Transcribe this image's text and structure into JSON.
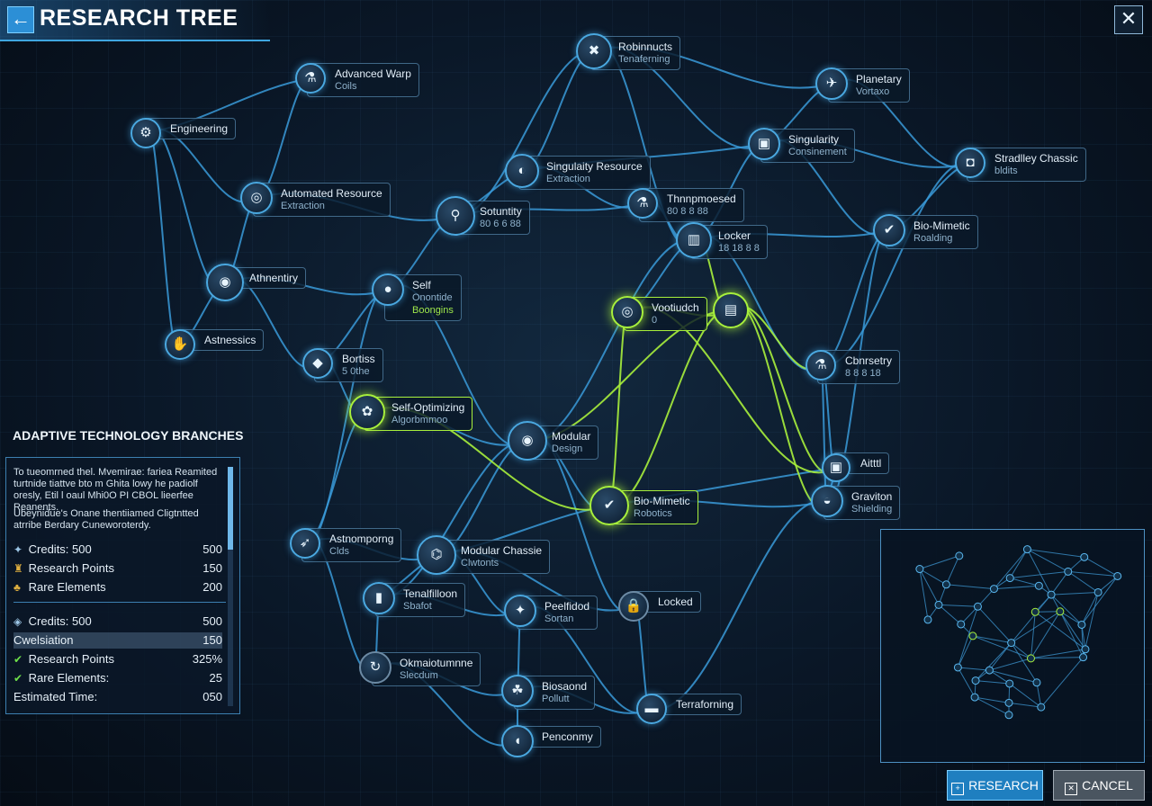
{
  "header": {
    "back_icon": "arrow-left-icon",
    "title": "RESEARCH TREE",
    "close_glyph": "✕"
  },
  "colors": {
    "accent_blue": "#3fa6e0",
    "active_green": "#a8f03c",
    "panel_border": "#3c7fb0"
  },
  "nodes": [
    {
      "id": "robot-terraforming",
      "name": "Robinnucts",
      "sub": "Tenaferning",
      "icon": "tools-icon",
      "glyph": "✖",
      "state": "normal"
    },
    {
      "id": "advanced-warp-coils",
      "name": "Advanced Warp",
      "sub": "Coils",
      "icon": "flask-icon",
      "glyph": "⚗",
      "state": "normal"
    },
    {
      "id": "planetary-vortex",
      "name": "Planetary",
      "sub": "Vortaxo",
      "icon": "bird-icon",
      "glyph": "✈",
      "state": "normal"
    },
    {
      "id": "engineering",
      "name": "Engineering",
      "sub": "",
      "icon": "gear-icon",
      "glyph": "⚙",
      "state": "normal"
    },
    {
      "id": "singularity-containment",
      "name": "Singularity",
      "sub": "Consinement",
      "icon": "device-icon",
      "glyph": "▣",
      "state": "normal"
    },
    {
      "id": "singularity-resource-extraction",
      "name": "Singulaity Resource",
      "sub": "Extraction",
      "icon": "planet-icon",
      "glyph": "◐",
      "state": "normal"
    },
    {
      "id": "stealth-chassis",
      "name": "Stradlley Chassic",
      "sub": "bldits",
      "icon": "shield-icon",
      "glyph": "◘",
      "state": "normal"
    },
    {
      "id": "automated-resource-extraction",
      "name": "Automated Resource",
      "sub": "Extraction",
      "icon": "drone-icon",
      "glyph": "◎",
      "state": "normal"
    },
    {
      "id": "security",
      "name": "Sotuntity",
      "sub": "80 6 6 88",
      "icon": "search-icon",
      "glyph": "⚲",
      "state": "normal"
    },
    {
      "id": "thermophased",
      "name": "Thnnpmoesed",
      "sub": "80 8 8 88",
      "icon": "flask-icon",
      "glyph": "⚗",
      "state": "normal"
    },
    {
      "id": "locker",
      "name": "Locker",
      "sub": "18 18 8 8",
      "icon": "locker-icon",
      "glyph": "▥",
      "state": "normal"
    },
    {
      "id": "bio-mimetic-roading",
      "name": "Bio-Mimetic",
      "sub": "Roalding",
      "icon": "check-icon",
      "glyph": "✔",
      "state": "normal"
    },
    {
      "id": "alchemistry",
      "name": "Athnentiry",
      "sub": "",
      "icon": "capsule-icon",
      "glyph": "◉",
      "state": "normal"
    },
    {
      "id": "self-optimizing-core",
      "name": "Self",
      "sub": "Onontide",
      "sub2": "Boongins",
      "icon": "bomb-icon",
      "glyph": "●",
      "state": "normal"
    },
    {
      "id": "vocalutch",
      "name": "Vootiudch",
      "sub": "0",
      "icon": "goggles-icon",
      "glyph": "◎",
      "state": "active"
    },
    {
      "id": "vocalutch-robot",
      "name": "",
      "sub": "",
      "icon": "robot-icon",
      "glyph": "▤",
      "state": "active"
    },
    {
      "id": "astrophysics",
      "name": "Astnessics",
      "sub": "",
      "icon": "hand-icon",
      "glyph": "✋",
      "state": "normal"
    },
    {
      "id": "botanics",
      "name": "Bortiss",
      "sub": "5 0the",
      "icon": "crystal-icon",
      "glyph": "◆",
      "state": "normal"
    },
    {
      "id": "chemistry",
      "name": "Cbnrsetry",
      "sub": "8 8 8 18",
      "icon": "beaker-icon",
      "glyph": "⚗",
      "state": "normal"
    },
    {
      "id": "self-optimizing-algorithms",
      "name": "Self-Optimizing",
      "sub": "Algorbmmoo",
      "icon": "leaf-icon",
      "glyph": "✿",
      "state": "active"
    },
    {
      "id": "modular-design",
      "name": "Modular",
      "sub": "Design",
      "icon": "orb-icon",
      "glyph": "◉",
      "state": "normal"
    },
    {
      "id": "alien",
      "name": "Aitttl",
      "sub": "",
      "icon": "badge-icon",
      "glyph": "▣",
      "state": "normal"
    },
    {
      "id": "graviton-shielding",
      "name": "Graviton",
      "sub": "Shielding",
      "icon": "shield-icon",
      "glyph": "◒",
      "state": "normal"
    },
    {
      "id": "bio-mimetic-robotics",
      "name": "Bio-Mimetic",
      "sub": "Robotics",
      "icon": "check-icon",
      "glyph": "✔",
      "state": "active"
    },
    {
      "id": "astronomy-cells",
      "name": "Astnomporng",
      "sub": "Clds",
      "icon": "rocket-icon",
      "glyph": "➶",
      "state": "normal"
    },
    {
      "id": "modular-chassis-circuits",
      "name": "Modular Chassie",
      "sub": "Clwtonts",
      "icon": "chip-icon",
      "glyph": "⌬",
      "state": "normal"
    },
    {
      "id": "terraformation-station",
      "name": "Tenalfilloon",
      "sub": "Sbafot",
      "icon": "bottle-icon",
      "glyph": "▮",
      "state": "normal"
    },
    {
      "id": "predicted-system",
      "name": "Peelfidod",
      "sub": "Sortan",
      "icon": "bug-icon",
      "glyph": "✦",
      "state": "normal"
    },
    {
      "id": "locked-node",
      "name": "Locked",
      "sub": "",
      "icon": "lock-icon",
      "glyph": "🔒",
      "state": "locked"
    },
    {
      "id": "shield-node",
      "name": "Okmaiotumnne",
      "sub": "Slecdum",
      "icon": "cycle-icon",
      "glyph": "↻",
      "state": "locked"
    },
    {
      "id": "biosecond-pollutt",
      "name": "Biosaond",
      "sub": "Pollutt",
      "icon": "bio-icon",
      "glyph": "☘",
      "state": "normal"
    },
    {
      "id": "terraforming",
      "name": "Terraforning",
      "sub": "",
      "icon": "vehicle-icon",
      "glyph": "▬",
      "state": "normal"
    },
    {
      "id": "performing",
      "name": "Penconmy",
      "sub": "",
      "icon": "capsule-icon",
      "glyph": "◖",
      "state": "normal"
    }
  ],
  "panel": {
    "title": "ADAPTIVE TECHNOLOGY BRANCHES",
    "desc1": "To tueomrned thel. Mvemirae: fariea Reamited turtnide tiattve bto m Ghita lowy he padiolf oresly, Etil l oaul Mhi0O PI CBOL lieerfee Reanents.",
    "desc2": "Ubeynidue's Onane thentiiamed Cligtntted atrribe Berdary Cuneworoterdy.",
    "costs": [
      {
        "icon": "credits-icon",
        "glyph": "✦",
        "label": "Credits: 500",
        "value": "500"
      },
      {
        "icon": "research-icon",
        "glyph": "♜",
        "label": "Research Points",
        "value": "150"
      },
      {
        "icon": "elements-icon",
        "glyph": "♣",
        "label": "Rare Elements",
        "value": "200"
      }
    ],
    "requirements": [
      {
        "icon": "shield-icon",
        "glyph": "◈",
        "label": "Credits: 500",
        "value": "500",
        "highlight": false
      },
      {
        "icon": "",
        "glyph": "",
        "label": "Cwelsiation",
        "value": "150",
        "highlight": true
      },
      {
        "icon": "check-icon",
        "glyph": "✔",
        "label": "Research Points",
        "value": "325%",
        "highlight": false
      },
      {
        "icon": "check-icon",
        "glyph": "✔",
        "label": "Rare Elements:",
        "value": "25",
        "highlight": false
      },
      {
        "icon": "",
        "glyph": "",
        "label": "Estimated Time:",
        "value": "050",
        "highlight": false
      }
    ]
  },
  "buttons": {
    "research": "RESEARCH",
    "cancel": "CANCEL"
  }
}
